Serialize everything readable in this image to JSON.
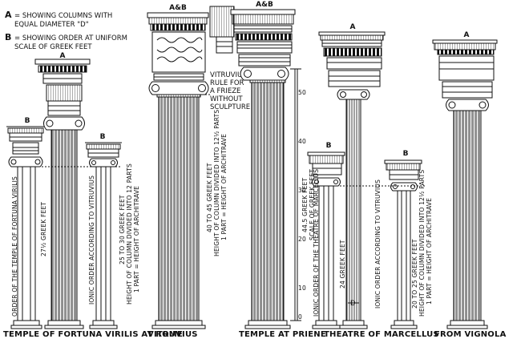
{
  "legend": {
    "a_letter": "A",
    "a_line1": "= SHOWING COLUMNS WITH",
    "a_line2": "EQUAL DIAMETER \"D\"",
    "b_letter": "B",
    "b_line1": "= SHOWING ORDER AT UNIFORM",
    "b_line2": "SCALE OF GREEK FEET"
  },
  "orders": [
    {
      "caption": "TEMPLE OF FORTUNA VIRILIS AT ROME",
      "col_a_label": "A",
      "col_b_label": "B",
      "b_order_label": "ORDER OF THE TEMPLE OF FORTUNA VIRILIS",
      "height_label": "27½ GREEK FEET",
      "ionic_label": "IONIC ORDER ACCORDING TO VITRUVIUS",
      "b2_label": "B",
      "note1": "25 TO 30 GREEK FEET",
      "note2": "HEIGHT OF COLUMN DIVIDED INTO 12 PARTS",
      "note3": "1 PART = HEIGHT OF ARCHITRAVE"
    },
    {
      "caption": "VITRUVIUS",
      "col_label": "A&B",
      "note1": "40 TO 45 GREEK FEET",
      "note2": "HEIGHT OF COLUMN DIVIDED INTO 12½ PARTS",
      "note3": "1 PART = HEIGHT OF ARCHITRAVE",
      "frieze1": "VITRUVIUS'",
      "frieze2": "RULE FOR",
      "frieze3": "A FRIEZE",
      "frieze4": "WITHOUT",
      "frieze5": "SCULPTURE"
    },
    {
      "caption": "TEMPLE AT PRIENE",
      "col_label": "A&B",
      "note1": "44.5 GREEK FEET",
      "scale_label": "SCALE OF GREEK FEET",
      "scale_ticks": [
        "50",
        "40",
        "30",
        "20",
        "10",
        "0"
      ]
    },
    {
      "caption": "THEATRE OF MARCELLUS",
      "col_a_label": "A",
      "col_b_label": "B",
      "b_order_label": "IONIC ORDER OF THE THEATRE OF MARCELLUS",
      "height_label": "24 GREEK FEET",
      "d_label": "D",
      "ionic_label": "IONIC ORDER ACCORDING TO VITRUVIUS",
      "b2_label": "B",
      "note1": "20 TO 25 GREEK FEET",
      "note2": "HEIGHT OF COLUMN DIVIDED INTO 12½ PARTS",
      "note3": "1 PART = HEIGHT OF ARCHITRAVE"
    },
    {
      "caption": "FROM VIGNOLA",
      "col_label": "A"
    }
  ]
}
